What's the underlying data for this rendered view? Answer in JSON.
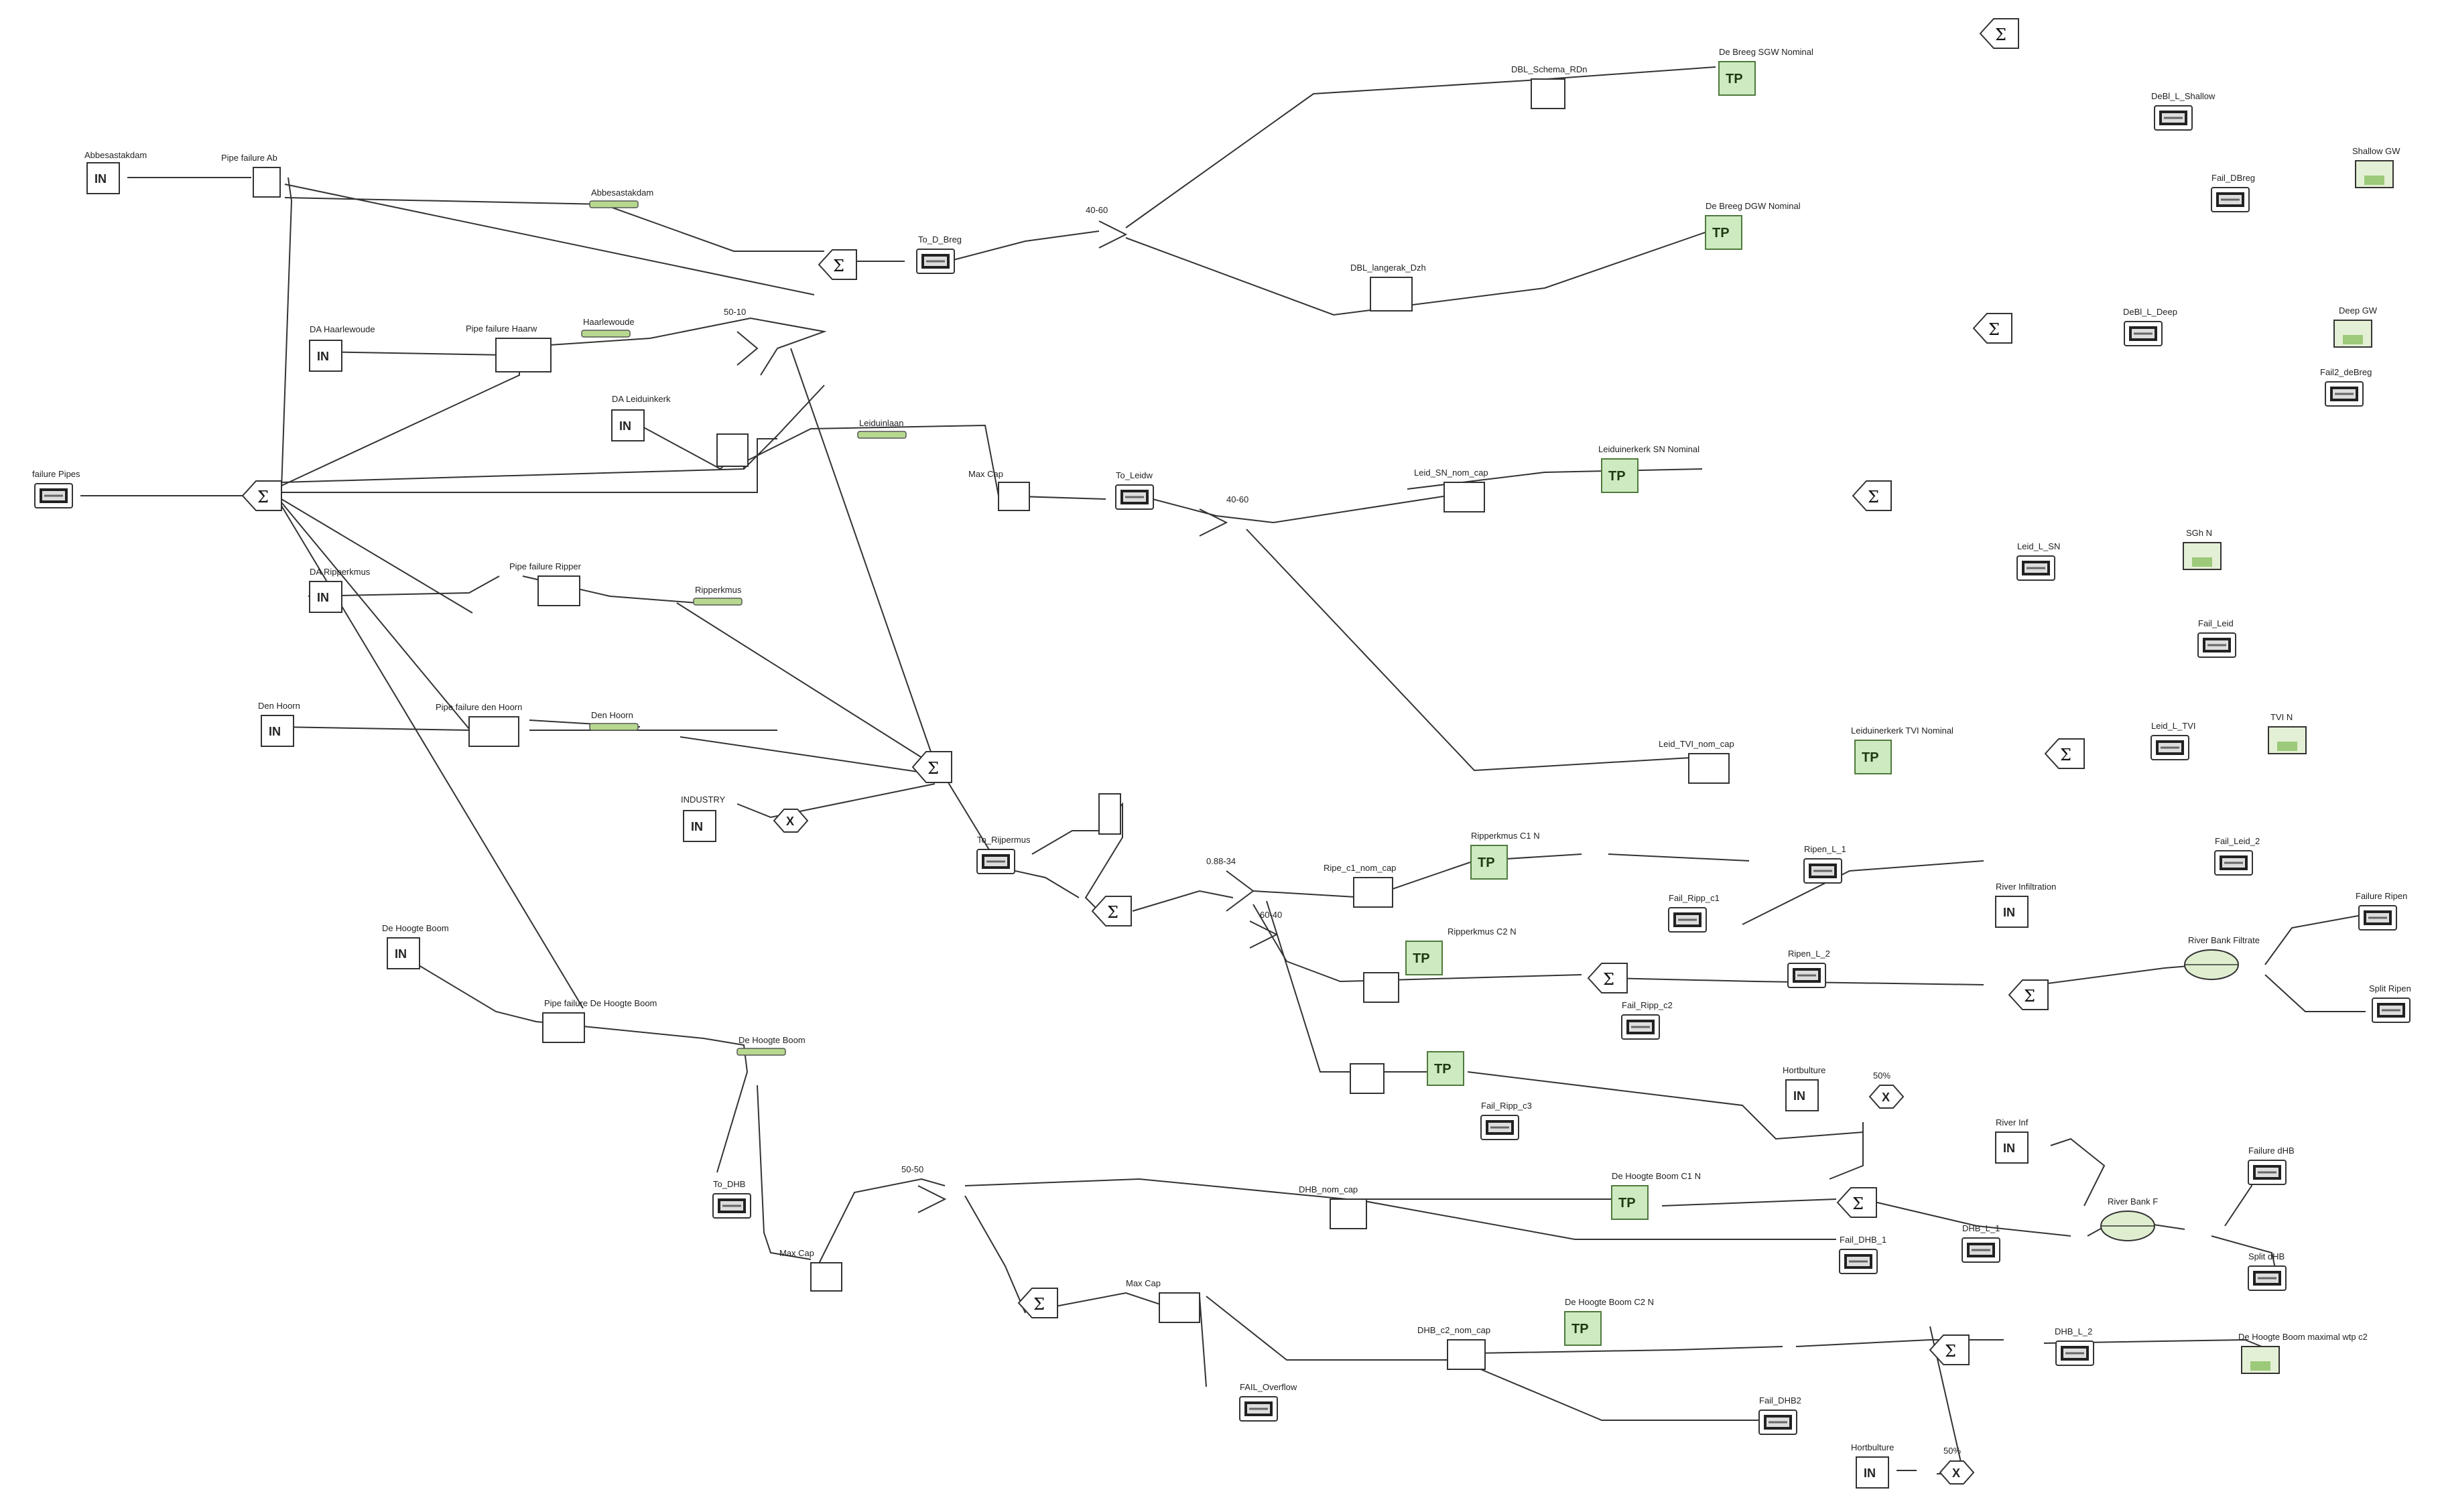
{
  "labels": {
    "in_afdekking": "Abbesastakdam",
    "in_haarwoude": "DA Haarlewoude",
    "in_leiduin": "DA Leiduinkerk",
    "in_ripp": "DA Ripperkmus",
    "in_denhoorn": "Den Hoorn",
    "in_industry": "INDUSTRY",
    "in_hogeboom": "De Hoogte Boom",
    "in_infilt": "River Infiltration",
    "in_hortus1": "Hortbulture",
    "in_riverinf": "River Inf",
    "in_hortus2": "Hortbulture",
    "failure_pipes": "failure Pipes",
    "pipe_fail_ab": "Pipe failure Ab",
    "pipe_fail_haar": "Pipe failure Haarw",
    "pipe_fail_ripp": "Pipe failure Ripper",
    "pipe_fail_den": "Pipe failure den Hoorn",
    "pipe_fail_hoge": "Pipe failure De Hoogte Boom",
    "cond_ab": "Abbesastakdam",
    "cond_haar": "Haarlewoude",
    "cond_leid": "Leiduinlaan",
    "cond_ripp": "Ripperkmus",
    "cond_den": "Den Hoorn",
    "cond_hoge": "De Hoogte Boom",
    "to_dbreg": "To_D_Breg",
    "to_leidw": "To_Leidw",
    "to_ripp": "To_Rijpermus",
    "to_dhb": "To_DHB",
    "sp_50_10": "50-10",
    "sp_40_60_a": "40-60",
    "sp_40_60_b": "40-60",
    "sp_0_88": "0.88-34",
    "sp_60_40": "60-40",
    "sp_50_50": "50-50",
    "dbl_schema": "DBL_Schema_RDn",
    "dbl_langerak": "DBL_langerak_Dzh",
    "leid_snl": "Leid_SN_nom_cap",
    "leid_tvi": "Leid_TVI_nom_cap",
    "ripp_c1": "Ripe_c1_nom_cap",
    "dhb_nom": "DHB_nom_cap",
    "dhb_c2": "DHB_c2_nom_cap",
    "max_cap_1": "Max Cap",
    "max_cap_2": "Max Cap",
    "max_cap_3": "Max Cap",
    "tp_dbreg_sgw": "De Breeg SGW Nominal",
    "tp_dbreg_dgw": "De Breeg DGW Nominal",
    "tp_leid_sn": "Leiduinerkerk SN Nominal",
    "tp_leid_tvi": "Leiduinerkerk TVI Nominal",
    "tp_ripp_c1": "Ripperkmus C1 N",
    "tp_ripp_c2": "Ripperkmus C2 N",
    "tp_ripp_c3": "",
    "tp_dhb_c1": "De Hoogte Boom C1 N",
    "tp_dhb_c2": "De Hoogte Boom C2 N",
    "dbl_shallow": "DeBl_L_Shallow",
    "dbl_deep": "DeBl_L_Deep",
    "leid_l_sn": "Leid_L_SN",
    "leid_l_tvi": "Leid_L_TVI",
    "ripp_l1": "Ripen_L_1",
    "ripp_l2": "Ripen_L_2",
    "dhb_l1": "DHB_L_1",
    "dhb_l2": "DHB_L_2",
    "fail_dbreg": "Fail_DBreg",
    "fail2_dbreg": "Fail2_deBreg",
    "fail_leid": "Fail_Leid",
    "fail_leid2": "Fail_Leid_2",
    "fail_ripp_c1": "Fail_Ripp_c1",
    "fail_ripp_c2": "Fail_Ripp_c2",
    "fail_ripp_c3": "Fail_Ripp_c3",
    "fail_dhb1": "Fail_DHB_1",
    "fail_dhb2": "Fail_DHB2",
    "fail_overflow": "FAIL_Overflow",
    "failure_ripp": "Failure Ripen",
    "split_ripp": "Split Ripen",
    "failure_dhb": "Failure dHB",
    "split_dhb": "Split dHB",
    "shallow_gw": "Shallow GW",
    "deep_gw": "Deep GW",
    "res_sn": "SGh N",
    "res_tvi": "TVI N",
    "res_dhb": "De Hoogte Boom maximal wtp c2",
    "riverbank_filt": "River Bank Filtrate",
    "riverbank_f": "River Bank F",
    "pct_50a": "50%",
    "pct_50b": "50%"
  },
  "glyphs": {
    "in": "IN",
    "tp": "TP",
    "sum": "Σ",
    "mul": "X"
  },
  "colors": {
    "tp_fill": "#cdeac0",
    "conduit_fill": "#b7d98f",
    "wire": "#333333"
  }
}
